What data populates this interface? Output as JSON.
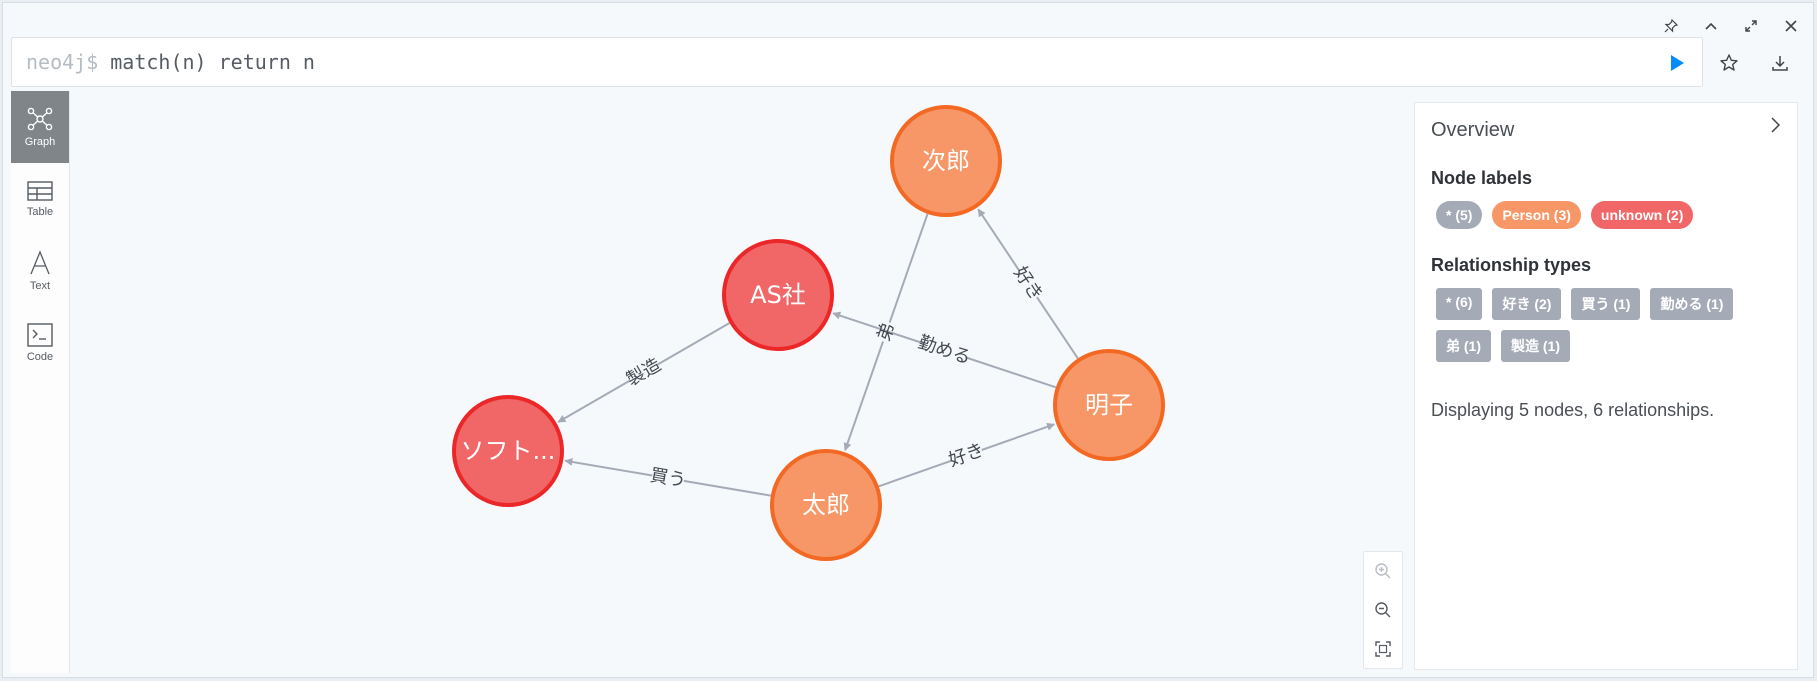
{
  "editor": {
    "prompt": "neo4j$",
    "query": "match(n) return n"
  },
  "window_controls": [
    "pin-icon",
    "collapse-icon",
    "fullscreen-icon",
    "close-icon"
  ],
  "editor_actions": [
    "play-icon",
    "star-icon",
    "download-icon"
  ],
  "sidebar": {
    "tabs": [
      {
        "label": "Graph",
        "icon": "graph-icon",
        "active": true
      },
      {
        "label": "Table",
        "icon": "table-icon",
        "active": false
      },
      {
        "label": "Text",
        "icon": "text-icon",
        "active": false
      },
      {
        "label": "Code",
        "icon": "code-icon",
        "active": false
      }
    ]
  },
  "graph": {
    "nodes": [
      {
        "id": "jiro",
        "caption": "次郎",
        "label": "Person"
      },
      {
        "id": "as",
        "caption": "AS社",
        "label": "unknown"
      },
      {
        "id": "akiko",
        "caption": "明子",
        "label": "Person"
      },
      {
        "id": "soft",
        "caption": "ソフト...",
        "label": "unknown"
      },
      {
        "id": "taro",
        "caption": "太郎",
        "label": "Person"
      }
    ],
    "relationships": [
      {
        "from": "jiro",
        "to": "taro",
        "type": "弟"
      },
      {
        "from": "akiko",
        "to": "jiro",
        "type": "好き"
      },
      {
        "from": "akiko",
        "to": "as",
        "type": "勤める"
      },
      {
        "from": "as",
        "to": "soft",
        "type": "製造"
      },
      {
        "from": "taro",
        "to": "soft",
        "type": "買う"
      },
      {
        "from": "taro",
        "to": "akiko",
        "type": "好き"
      }
    ],
    "colors": {
      "person_fill": "#f79767",
      "person_stroke": "#f36924",
      "unknown_fill": "#f16667",
      "unknown_stroke": "#eb2728",
      "edge": "#a5abb6"
    }
  },
  "overview": {
    "title": "Overview",
    "node_labels_title": "Node labels",
    "node_labels": [
      {
        "text": "* (5)",
        "color": "#a5abb6"
      },
      {
        "text": "Person (3)",
        "color": "#f79767"
      },
      {
        "text": "unknown (2)",
        "color": "#f16667"
      }
    ],
    "relationship_types_title": "Relationship types",
    "relationship_types": [
      "* (6)",
      "好き (2)",
      "買う (1)",
      "勤める (1)",
      "弟 (1)",
      "製造 (1)"
    ],
    "summary": "Displaying 5 nodes, 6 relationships."
  },
  "zoom_controls": [
    "zoom-in-icon",
    "zoom-out-icon",
    "fit-icon"
  ]
}
